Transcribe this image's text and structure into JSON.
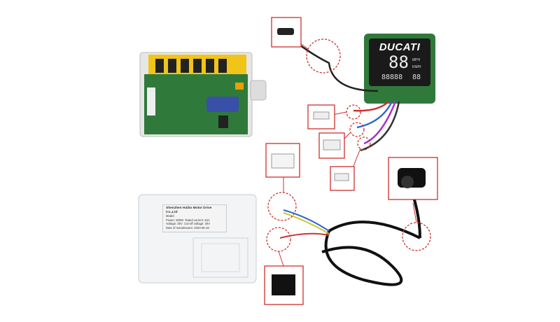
{
  "display": {
    "brand": "DUCATI",
    "speed": "88",
    "unit_top": "MPH",
    "unit_bottom": "KM/H",
    "odometer": "88888",
    "trip": "88"
  },
  "case_label": {
    "company": "Shenzhen Haibo Motor Drive Co.,Ltd",
    "model": "Model:",
    "power": "Power: 500W",
    "rated_current": "Rated current: 15A",
    "voltage": "Voltage: 36V",
    "cutoff": "Cut-off voltage: 30V",
    "date": "Date of manufacture: 2023-05-18"
  },
  "colors": {
    "callout": "#d0302c",
    "pcb": "#2f7a3a",
    "capacitor": "#f0c419"
  }
}
